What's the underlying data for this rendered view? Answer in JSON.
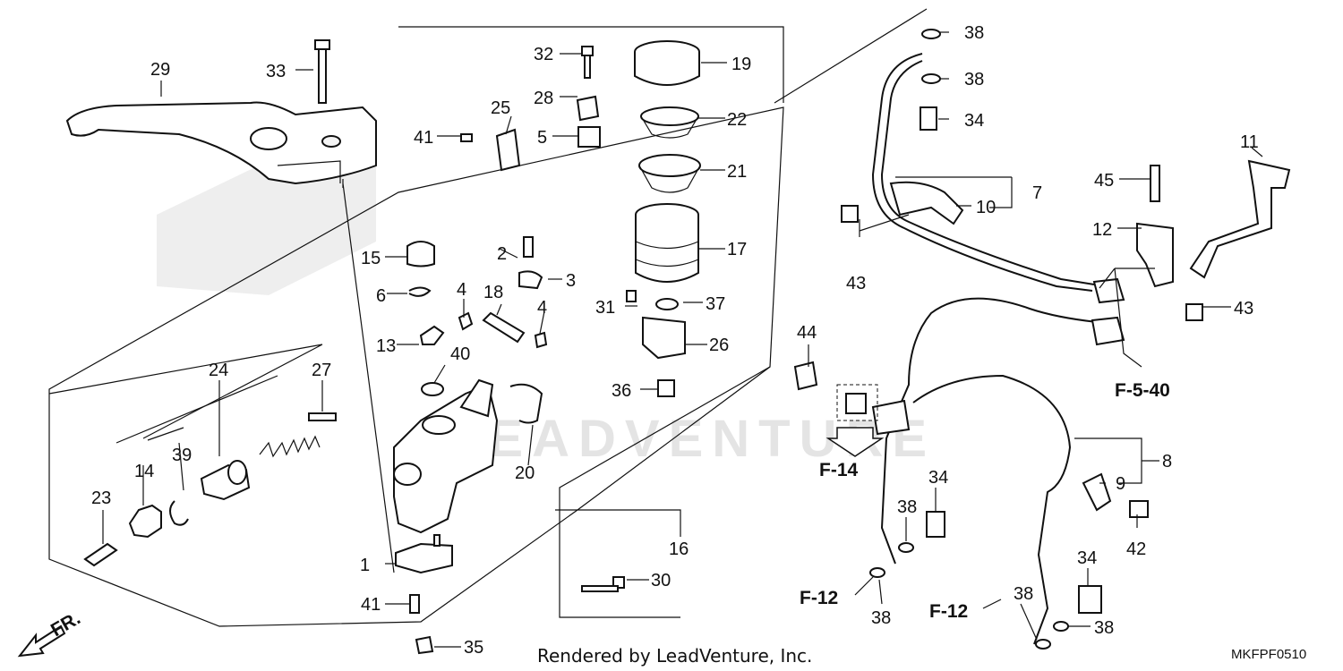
{
  "diagram": {
    "callouts": [
      "1",
      "2",
      "3",
      "4",
      "4",
      "5",
      "6",
      "7",
      "8",
      "9",
      "10",
      "11",
      "12",
      "13",
      "14",
      "15",
      "16",
      "17",
      "18",
      "19",
      "20",
      "21",
      "22",
      "23",
      "24",
      "25",
      "26",
      "27",
      "28",
      "29",
      "30",
      "31",
      "32",
      "33",
      "34",
      "34",
      "34",
      "35",
      "36",
      "37",
      "38",
      "38",
      "38",
      "38",
      "38",
      "38",
      "39",
      "40",
      "41",
      "41",
      "42",
      "43",
      "43",
      "44",
      "45"
    ],
    "references": [
      "F-5-40",
      "F-14",
      "F-12",
      "F-12"
    ],
    "front_indicator": "FR.",
    "watermark": "LEADVENTURE",
    "footer": "Rendered by LeadVenture, Inc.",
    "diagram_code": "MKFPF0510"
  }
}
